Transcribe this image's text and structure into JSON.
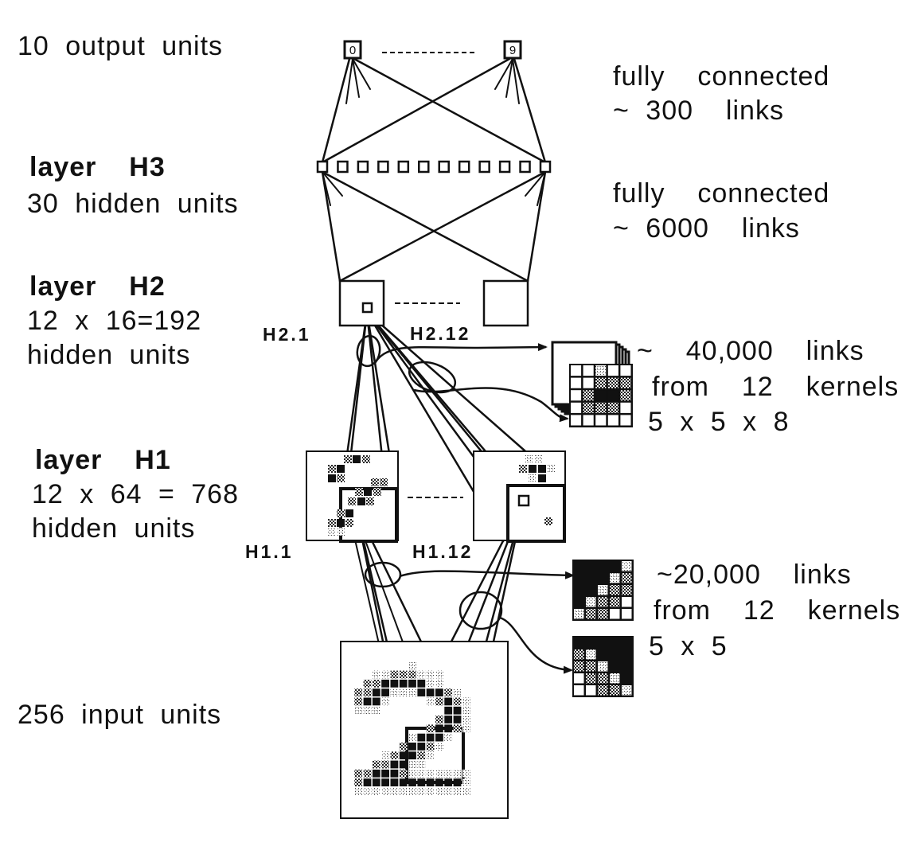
{
  "figure": {
    "title": "Convolutional network architecture for handwritten digit recognition",
    "layers": {
      "output": {
        "label": "10 output units",
        "first_unit": "0",
        "last_unit": "9",
        "unit_count": 10
      },
      "h3": {
        "title": "layer  H3",
        "desc": "30 hidden units",
        "visible_unit_count": 12
      },
      "h2": {
        "title": "layer  H2",
        "desc1": "12 x 16=192",
        "desc2": "hidden units",
        "map_first": "H2.1",
        "map_last": "H2.12"
      },
      "h1": {
        "title": "layer  H1",
        "desc1": "12 x 64 = 768",
        "desc2": "hidden units",
        "map_first": "H1.1",
        "map_last": "H1.12"
      },
      "input": {
        "label": "256 input units"
      }
    },
    "connections": {
      "out_h3": {
        "line1": "fully  connected",
        "line2": "~ 300  links"
      },
      "h3_h2": {
        "line1": "fully  connected",
        "line2": "~ 6000  links"
      },
      "h2_h1": {
        "line1": "~  40,000  links",
        "line2": "from  12  kernels",
        "line3": "5 x 5 x 8"
      },
      "h1_in": {
        "line1": "~20,000  links",
        "line2": "from  12  kernels",
        "line3": "5 x 5"
      }
    },
    "kernels": {
      "h2_kernel_front": [
        [
          0,
          0,
          1,
          0,
          0
        ],
        [
          0,
          0,
          2,
          2,
          2
        ],
        [
          0,
          2,
          3,
          3,
          2
        ],
        [
          0,
          2,
          2,
          2,
          0
        ],
        [
          0,
          0,
          0,
          0,
          0
        ]
      ],
      "h1_kernel_a": [
        [
          3,
          3,
          3,
          3,
          1
        ],
        [
          3,
          3,
          3,
          1,
          2
        ],
        [
          3,
          3,
          1,
          2,
          2
        ],
        [
          3,
          1,
          2,
          2,
          0
        ],
        [
          1,
          2,
          2,
          0,
          0
        ]
      ],
      "h1_kernel_b": [
        [
          3,
          3,
          3,
          3,
          3
        ],
        [
          2,
          1,
          3,
          3,
          3
        ],
        [
          2,
          2,
          1,
          3,
          3
        ],
        [
          0,
          2,
          2,
          1,
          3
        ],
        [
          0,
          0,
          2,
          2,
          1
        ]
      ]
    },
    "input_digit": [
      [
        0,
        0,
        0,
        0,
        0,
        0,
        0,
        0,
        0,
        0,
        0,
        0,
        0,
        0,
        0,
        0
      ],
      [
        0,
        0,
        0,
        0,
        0,
        0,
        0,
        1,
        0,
        0,
        0,
        0,
        0,
        0,
        0,
        0
      ],
      [
        0,
        0,
        0,
        1,
        1,
        2,
        2,
        2,
        1,
        1,
        1,
        0,
        0,
        0,
        0,
        0
      ],
      [
        0,
        0,
        2,
        2,
        3,
        3,
        3,
        3,
        3,
        1,
        1,
        0,
        0,
        0,
        0,
        0
      ],
      [
        0,
        2,
        2,
        3,
        3,
        1,
        1,
        1,
        3,
        3,
        3,
        2,
        1,
        0,
        0,
        0
      ],
      [
        0,
        2,
        3,
        3,
        1,
        0,
        0,
        0,
        0,
        1,
        2,
        3,
        2,
        1,
        0,
        0
      ],
      [
        0,
        1,
        1,
        1,
        0,
        0,
        0,
        0,
        0,
        0,
        0,
        3,
        3,
        1,
        0,
        0
      ],
      [
        0,
        0,
        0,
        0,
        0,
        0,
        0,
        0,
        0,
        0,
        2,
        3,
        3,
        1,
        0,
        0
      ],
      [
        0,
        0,
        0,
        0,
        0,
        0,
        0,
        0,
        0,
        2,
        3,
        3,
        2,
        1,
        0,
        0
      ],
      [
        0,
        0,
        0,
        0,
        0,
        0,
        0,
        1,
        3,
        3,
        3,
        1,
        0,
        0,
        0,
        0
      ],
      [
        0,
        0,
        0,
        0,
        0,
        0,
        2,
        3,
        3,
        2,
        1,
        0,
        0,
        0,
        0,
        0
      ],
      [
        0,
        0,
        0,
        0,
        1,
        2,
        3,
        3,
        2,
        1,
        0,
        0,
        0,
        0,
        0,
        0
      ],
      [
        0,
        0,
        0,
        2,
        2,
        3,
        3,
        1,
        1,
        0,
        0,
        0,
        0,
        0,
        0,
        0
      ],
      [
        0,
        2,
        2,
        3,
        3,
        3,
        2,
        1,
        1,
        1,
        1,
        1,
        1,
        1,
        0,
        0
      ],
      [
        0,
        2,
        3,
        3,
        3,
        3,
        3,
        3,
        3,
        3,
        3,
        3,
        3,
        1,
        0,
        0
      ],
      [
        0,
        1,
        1,
        1,
        1,
        1,
        1,
        1,
        1,
        1,
        1,
        1,
        1,
        1,
        0,
        0
      ]
    ]
  }
}
